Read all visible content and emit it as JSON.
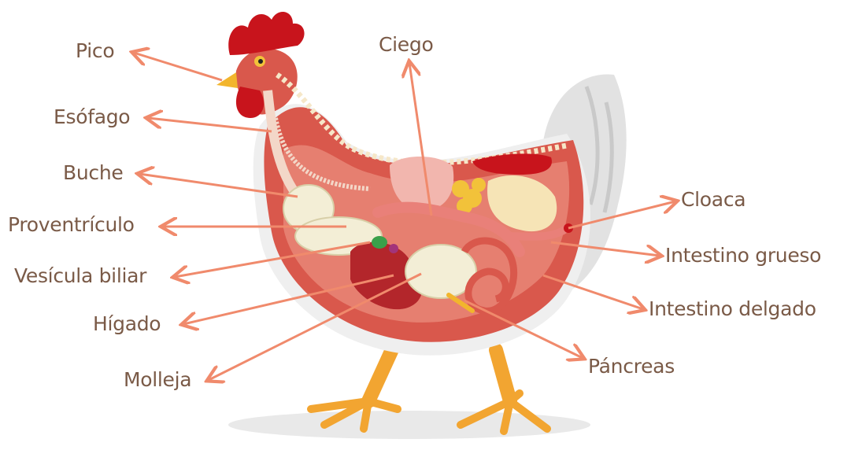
{
  "labels": {
    "pico": "Pico",
    "esofago": "Esófago",
    "buche": "Buche",
    "proventriculo": "Proventrículo",
    "vesicula": "Vesícula biliar",
    "higado": "Hígado",
    "molleja": "Molleja",
    "ciego": "Ciego",
    "cloaca": "Cloaca",
    "intestino_grueso": "Intestino grueso",
    "intestino_delgado": "Intestino delgado",
    "pancreas": "Páncreas"
  },
  "colors": {
    "label_text": "#7a5a47",
    "arrow": "#f08a6c",
    "comb": "#c8141c",
    "body": "#d9584c",
    "body_light": "#f0a08e",
    "feather": "#eeeeee",
    "leg": "#f2a531",
    "stomach": "#f3eed6",
    "intestine": "#e98079",
    "liver": "#b3262b"
  }
}
